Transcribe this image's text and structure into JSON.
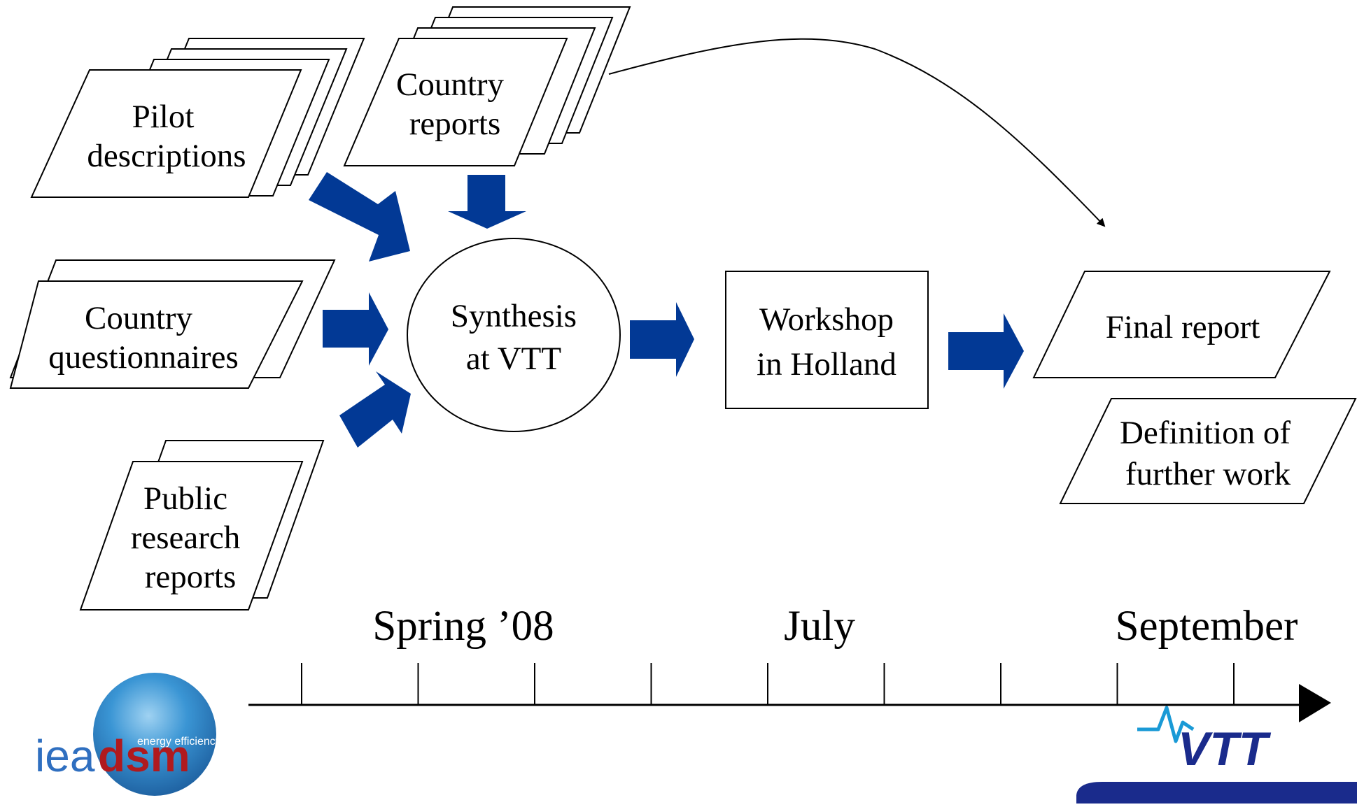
{
  "inputs": {
    "pilot": [
      "Pilot",
      "descriptions"
    ],
    "country_reports": [
      "Country",
      "reports"
    ],
    "questionnaires": [
      "Country",
      "questionnaires"
    ],
    "public_research": [
      "Public",
      "research",
      "reports"
    ]
  },
  "synthesis": [
    "Synthesis",
    "at VTT"
  ],
  "workshop": [
    "Workshop",
    "in Holland"
  ],
  "outputs": {
    "final_report": "Final report",
    "definition": [
      "Definition of",
      "further work"
    ]
  },
  "timeline": {
    "labels": [
      "Spring ’08",
      "July",
      "September"
    ]
  },
  "logos": {
    "ieadsm_iea": "iea",
    "ieadsm_dsm": "dsm",
    "ieadsm_tagline": "energy efficiency",
    "vtt": "VTT"
  },
  "colors": {
    "arrow_fill": "#023995",
    "logo_navy": "#1a2b8c",
    "logo_globe": "#2b87c9",
    "dsm_red": "#b01a1e",
    "iea_blue": "#2f6fc0"
  }
}
